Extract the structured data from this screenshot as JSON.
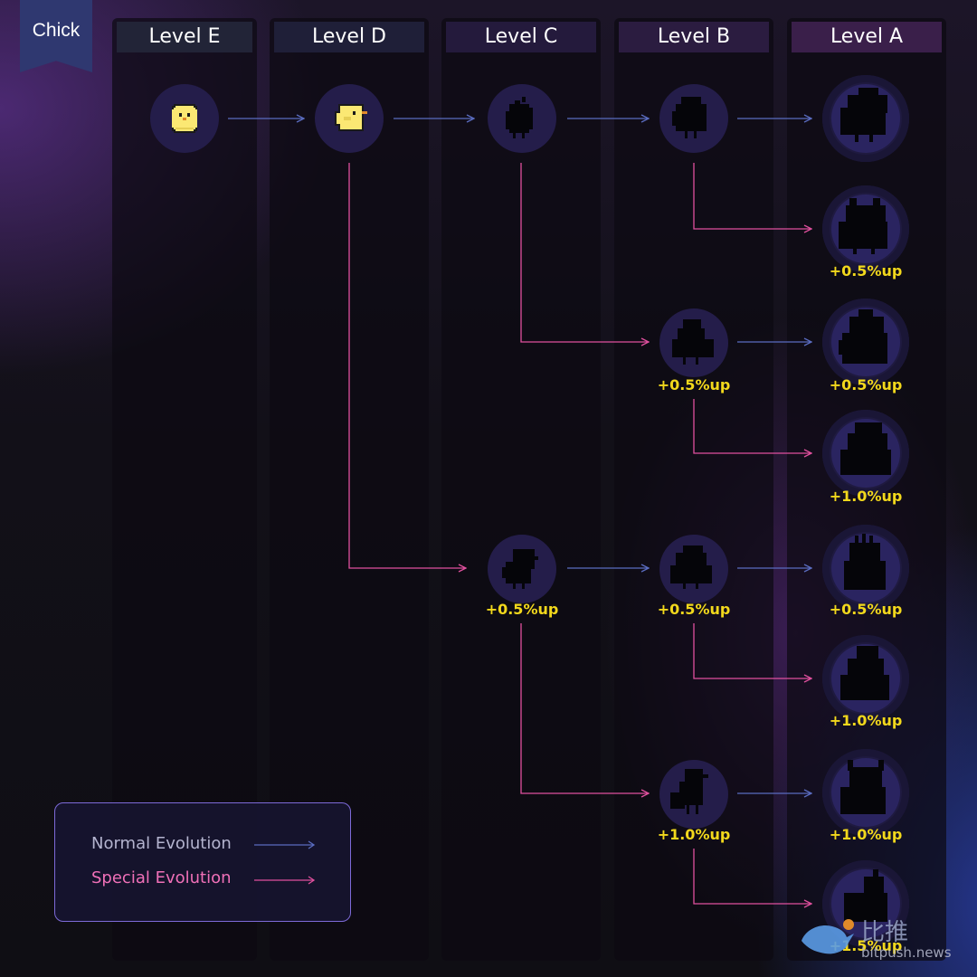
{
  "badge": {
    "label": "Chick"
  },
  "levels": [
    {
      "label": "Level E",
      "header_color": "#222437"
    },
    {
      "label": "Level D",
      "header_color": "#1f1f38"
    },
    {
      "label": "Level C",
      "header_color": "#241a3c"
    },
    {
      "label": "Level B",
      "header_color": "#2b1c40"
    },
    {
      "label": "Level A",
      "header_color": "#3a1f4a"
    }
  ],
  "nodes": [
    {
      "id": "E1",
      "level": "Level E",
      "sprite": "yellow-chick-icon"
    },
    {
      "id": "D1",
      "level": "Level D",
      "sprite": "yellow-chick-side-icon"
    },
    {
      "id": "C1",
      "level": "Level C",
      "sprite": "silhouette-icon"
    },
    {
      "id": "C2",
      "level": "Level C",
      "sprite": "silhouette-icon",
      "bonus": "+0.5%up"
    },
    {
      "id": "B1",
      "level": "Level B",
      "sprite": "silhouette-icon"
    },
    {
      "id": "B2",
      "level": "Level B",
      "sprite": "silhouette-icon",
      "bonus": "+0.5%up"
    },
    {
      "id": "B3",
      "level": "Level B",
      "sprite": "silhouette-icon",
      "bonus": "+0.5%up"
    },
    {
      "id": "B4",
      "level": "Level B",
      "sprite": "silhouette-icon",
      "bonus": "+1.0%up"
    },
    {
      "id": "A1",
      "level": "Level A",
      "sprite": "silhouette-icon"
    },
    {
      "id": "A2",
      "level": "Level A",
      "sprite": "silhouette-icon",
      "bonus": "+0.5%up"
    },
    {
      "id": "A3",
      "level": "Level A",
      "sprite": "silhouette-icon",
      "bonus": "+0.5%up"
    },
    {
      "id": "A4",
      "level": "Level A",
      "sprite": "silhouette-icon",
      "bonus": "+1.0%up"
    },
    {
      "id": "A5",
      "level": "Level A",
      "sprite": "silhouette-icon",
      "bonus": "+0.5%up"
    },
    {
      "id": "A6",
      "level": "Level A",
      "sprite": "silhouette-icon",
      "bonus": "+1.0%up"
    },
    {
      "id": "A7",
      "level": "Level A",
      "sprite": "silhouette-icon",
      "bonus": "+1.0%up"
    },
    {
      "id": "A8",
      "level": "Level A",
      "sprite": "silhouette-icon",
      "bonus": "+1.5%up"
    }
  ],
  "evolutions": [
    {
      "from": "E1",
      "to": "D1",
      "type": "normal"
    },
    {
      "from": "D1",
      "to": "C1",
      "type": "normal"
    },
    {
      "from": "D1",
      "to": "C2",
      "type": "special"
    },
    {
      "from": "C1",
      "to": "B1",
      "type": "normal"
    },
    {
      "from": "C1",
      "to": "B2",
      "type": "special"
    },
    {
      "from": "C2",
      "to": "B3",
      "type": "normal"
    },
    {
      "from": "C2",
      "to": "B4",
      "type": "special"
    },
    {
      "from": "B1",
      "to": "A1",
      "type": "normal"
    },
    {
      "from": "B1",
      "to": "A2",
      "type": "special"
    },
    {
      "from": "B2",
      "to": "A3",
      "type": "normal"
    },
    {
      "from": "B2",
      "to": "A4",
      "type": "special"
    },
    {
      "from": "B3",
      "to": "A5",
      "type": "normal"
    },
    {
      "from": "B3",
      "to": "A6",
      "type": "special"
    },
    {
      "from": "B4",
      "to": "A7",
      "type": "normal"
    },
    {
      "from": "B4",
      "to": "A8",
      "type": "special"
    }
  ],
  "legend": {
    "normal_label": "Normal Evolution",
    "special_label": "Special Evolution",
    "normal_color": "#5a6cc0",
    "special_color": "#e0509e"
  },
  "watermark": {
    "cn": "比推",
    "en": "bitpush.news"
  }
}
